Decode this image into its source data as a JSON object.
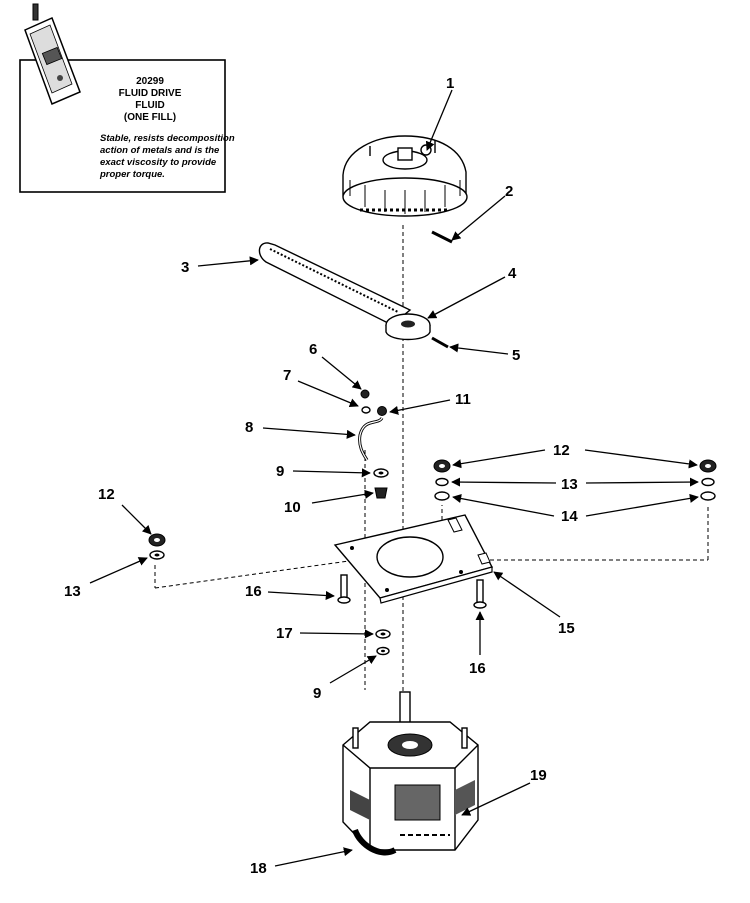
{
  "note": {
    "header": [
      "20299",
      "FLUID DRIVE",
      "FLUID",
      "(ONE FILL)"
    ],
    "body": [
      "Stable, resists decomposition",
      "action of metals and is the",
      "exact viscosity to provide",
      "proper torque."
    ]
  },
  "callouts": [
    {
      "id": "c1",
      "text": "1"
    },
    {
      "id": "c2",
      "text": "2"
    },
    {
      "id": "c3",
      "text": "3"
    },
    {
      "id": "c4",
      "text": "4"
    },
    {
      "id": "c5",
      "text": "5"
    },
    {
      "id": "c6",
      "text": "6"
    },
    {
      "id": "c7",
      "text": "7"
    },
    {
      "id": "c8",
      "text": "8"
    },
    {
      "id": "c9a",
      "text": "9"
    },
    {
      "id": "c9b",
      "text": "9"
    },
    {
      "id": "c10",
      "text": "10"
    },
    {
      "id": "c11",
      "text": "11"
    },
    {
      "id": "c12a",
      "text": "12"
    },
    {
      "id": "c12b",
      "text": "12"
    },
    {
      "id": "c13a",
      "text": "13"
    },
    {
      "id": "c13b",
      "text": "13"
    },
    {
      "id": "c14",
      "text": "14"
    },
    {
      "id": "c15",
      "text": "15"
    },
    {
      "id": "c16a",
      "text": "16"
    },
    {
      "id": "c16b",
      "text": "16"
    },
    {
      "id": "c17",
      "text": "17"
    },
    {
      "id": "c18",
      "text": "18"
    },
    {
      "id": "c19",
      "text": "19"
    }
  ]
}
